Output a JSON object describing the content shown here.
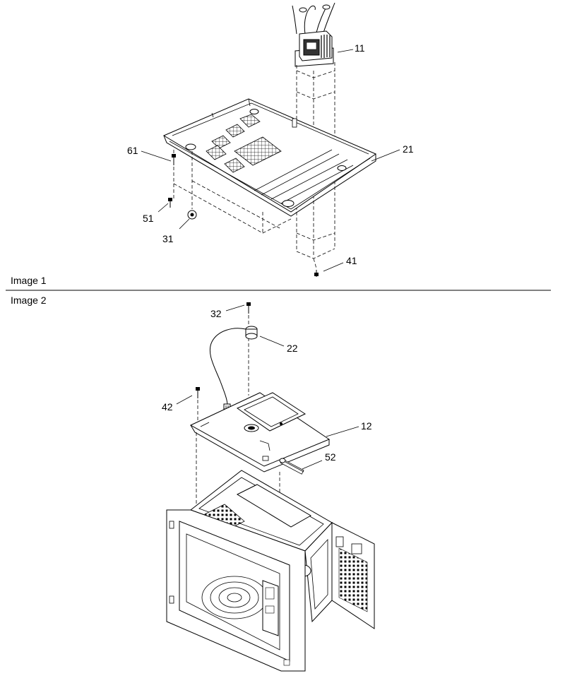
{
  "captions": {
    "image1": "Image 1",
    "image2": "Image 2"
  },
  "image1_callouts": {
    "c11": "11",
    "c21": "21",
    "c31": "31",
    "c41": "41",
    "c51": "51",
    "c61": "61"
  },
  "image2_callouts": {
    "c12": "12",
    "c22": "22",
    "c32": "32",
    "c42": "42",
    "c52": "52"
  }
}
